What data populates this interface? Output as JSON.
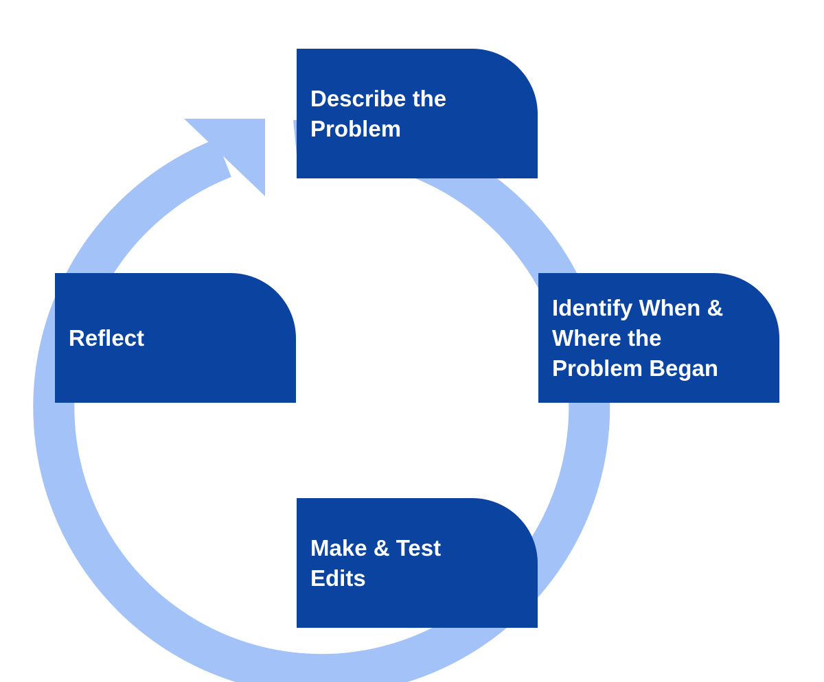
{
  "diagram": {
    "type": "cycle",
    "colors": {
      "box": "#0a44a0",
      "ring": "#a3c3f8",
      "text": "#ffffff",
      "background": "#ffffff"
    },
    "steps": [
      {
        "label": "Describe the\nProblem"
      },
      {
        "label": "Identify When &\nWhere the\nProblem Began"
      },
      {
        "label": "Make & Test\nEdits"
      },
      {
        "label": "Reflect"
      }
    ],
    "arrow": "cycle-arrow-icon"
  }
}
